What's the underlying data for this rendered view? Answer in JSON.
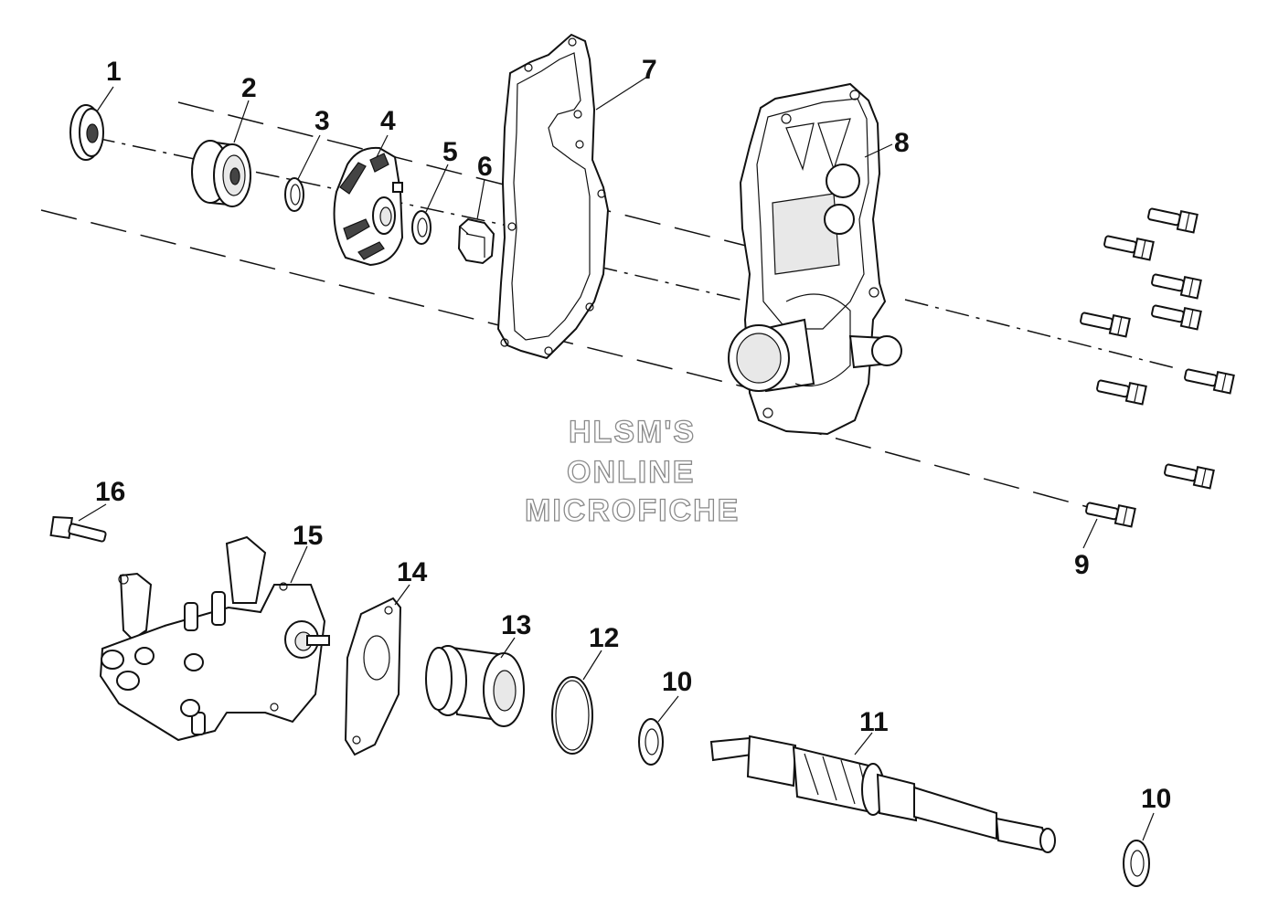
{
  "watermark": {
    "line1": "HLSM'S",
    "line2": "ONLINE",
    "line3": "MICROFICHE"
  },
  "callouts": {
    "c1": "1",
    "c2": "2",
    "c3": "3",
    "c4": "4",
    "c5": "5",
    "c6": "6",
    "c7": "7",
    "c8": "8",
    "c9": "9",
    "c10a": "10",
    "c10b": "10",
    "c11": "11",
    "c12": "12",
    "c13": "13",
    "c14": "14",
    "c15": "15",
    "c16": "16"
  },
  "colors": {
    "line": "#111111",
    "watermark_outline": "#8a8a8a",
    "background": "#ffffff"
  }
}
